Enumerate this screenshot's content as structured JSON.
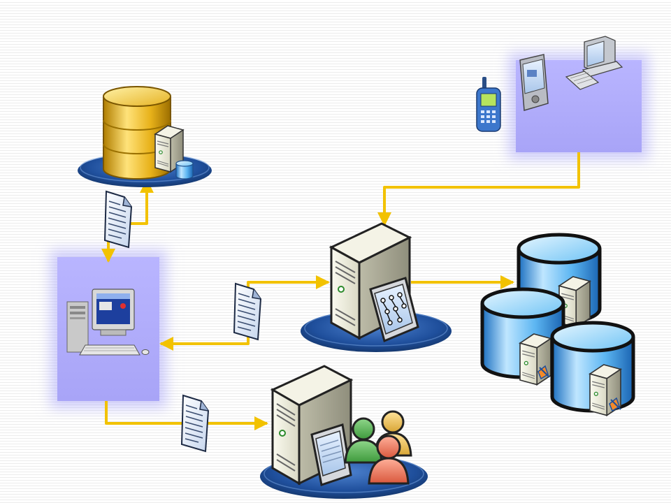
{
  "diagram": {
    "nodes": [
      {
        "id": "database-server",
        "icon": "database-cylinder-with-server-icon"
      },
      {
        "id": "client-workstation",
        "icon": "desktop-computer-icon"
      },
      {
        "id": "mobile-devices",
        "icons": [
          "cell-phone-icon",
          "pda-icon",
          "desktop-pc-icon"
        ]
      },
      {
        "id": "application-server",
        "icon": "server-with-workflow-monitor-icon"
      },
      {
        "id": "collaboration-server",
        "icon": "server-with-users-icon"
      },
      {
        "id": "database-cluster",
        "icon": "three-database-servers-icon"
      }
    ],
    "edges": [
      {
        "from": "client-workstation",
        "to": "database-server",
        "label_icon": "document-icon"
      },
      {
        "from": "database-server",
        "to": "client-workstation"
      },
      {
        "from": "mobile-devices",
        "to": "application-server"
      },
      {
        "from": "application-server",
        "to": "client-workstation",
        "label_icon": "document-icon"
      },
      {
        "from": "client-workstation",
        "to": "application-server"
      },
      {
        "from": "application-server",
        "to": "database-cluster"
      },
      {
        "from": "client-workstation",
        "to": "collaboration-server",
        "label_icon": "document-icon"
      }
    ],
    "colors": {
      "connector": "#f2c200",
      "panel": "#aaa6f8",
      "disc": "#1e4f9c",
      "gold_db": "#e0ae12",
      "blue_db": "#2a8fdd"
    }
  }
}
